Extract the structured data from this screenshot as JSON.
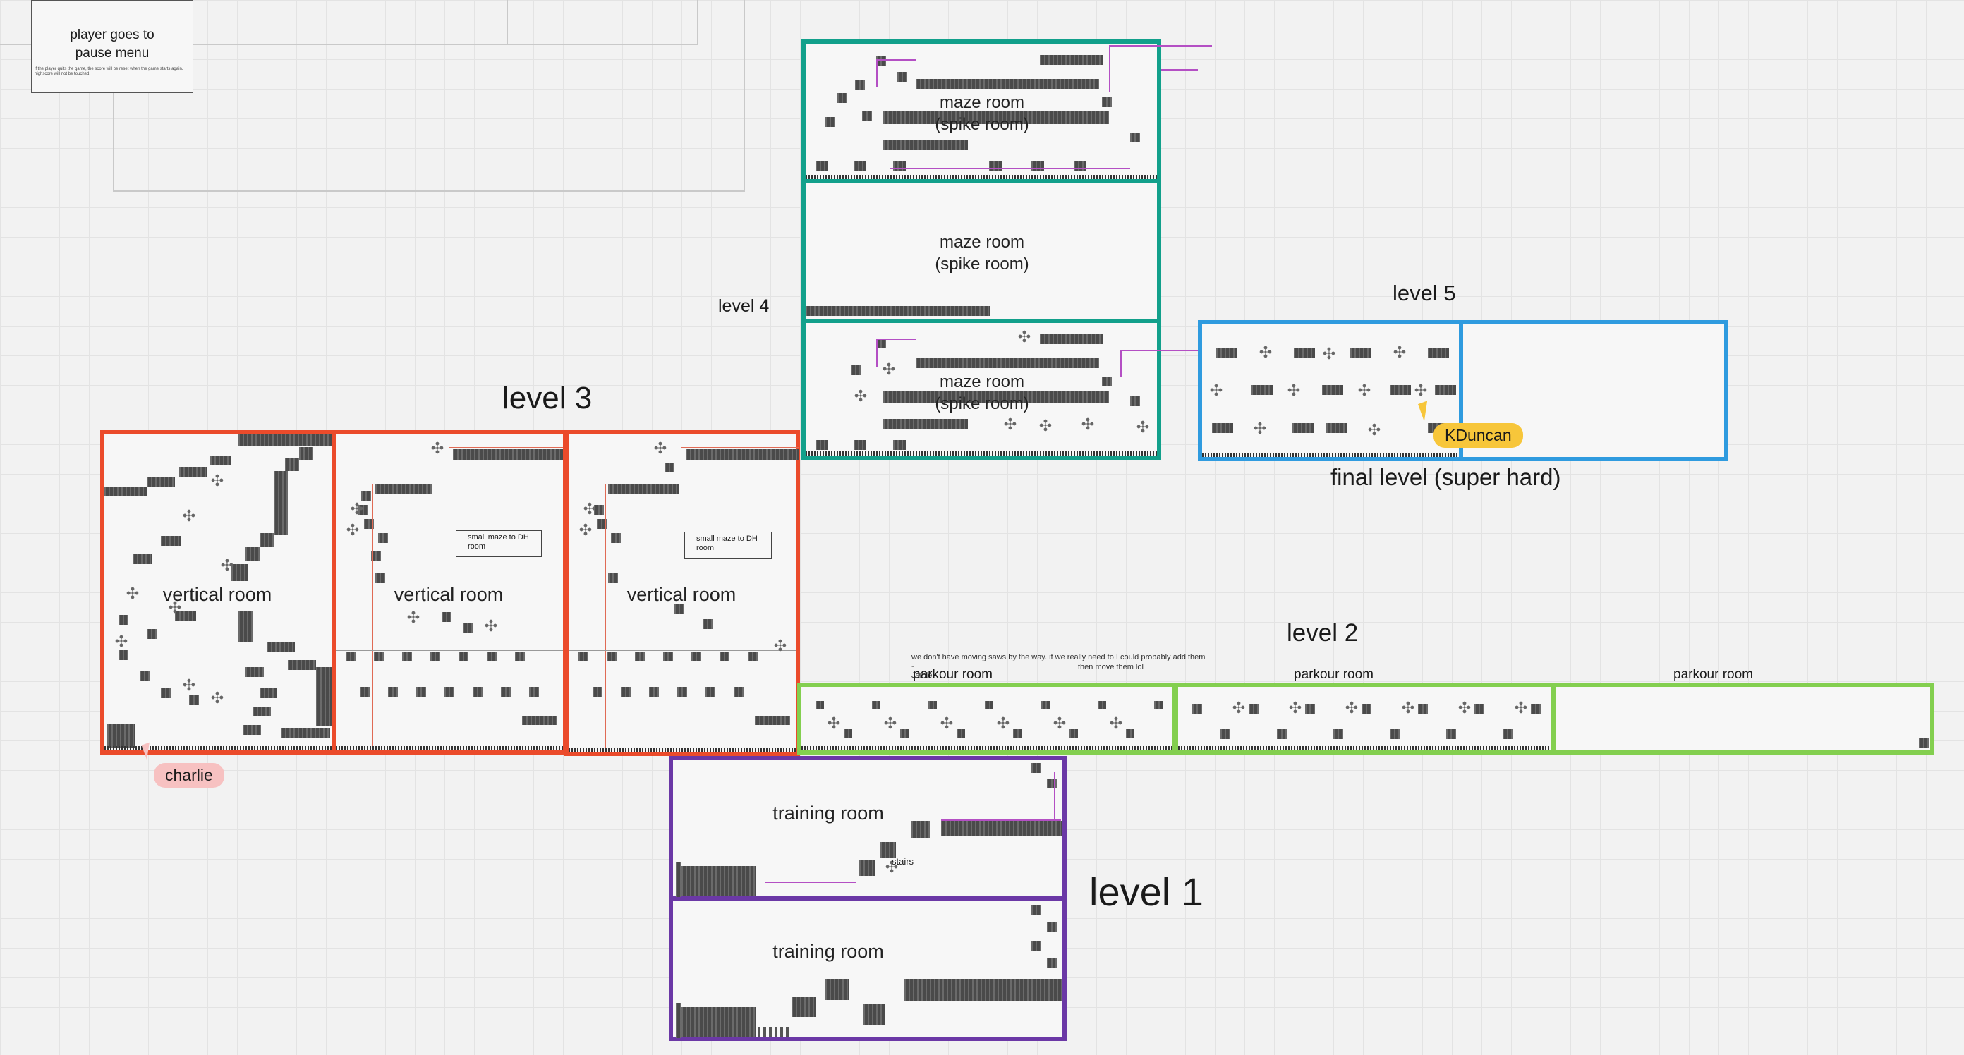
{
  "pause_card": {
    "title": "player goes to pause menu",
    "detail": "if the player quits the game, the score will be reset when the game starts again. highscore will not be touched."
  },
  "levels": {
    "level1": "level 1",
    "level2": "level 2",
    "level3": "level 3",
    "level4": "level 4",
    "level5": "level 5",
    "final": "final level (super hard)"
  },
  "rooms": {
    "maze_a": "maze room\n(spike room)",
    "maze_b": "maze room\n(spike room)",
    "maze_c": "maze room\n(spike room)",
    "vertical_1": "vertical room",
    "vertical_2": "vertical room",
    "vertical_3": "vertical room",
    "small_maze_1": "small maze to\nDH room",
    "small_maze_2": "small maze to\nDH room",
    "parkour_1": "parkour room",
    "parkour_2": "parkour room",
    "parkour_3": "parkour room",
    "training_1": "training room",
    "training_2": "training room",
    "stairs": "stairs"
  },
  "comments": {
    "saws_note": "we don't have moving saws by the way. if we really need to I could probably add them -\nJamie",
    "saws_reply": "then move them lol"
  },
  "cursors": {
    "kduncan": {
      "name": "KDuncan",
      "color": "#f7c63a"
    },
    "charlie": {
      "name": "charlie",
      "color": "#f7c1c1"
    }
  },
  "colors": {
    "level4": "#12a08b",
    "level5": "#2f9bdf",
    "level3": "#eb4b2b",
    "level2": "#83cf4f",
    "level1": "#6b38a6"
  }
}
